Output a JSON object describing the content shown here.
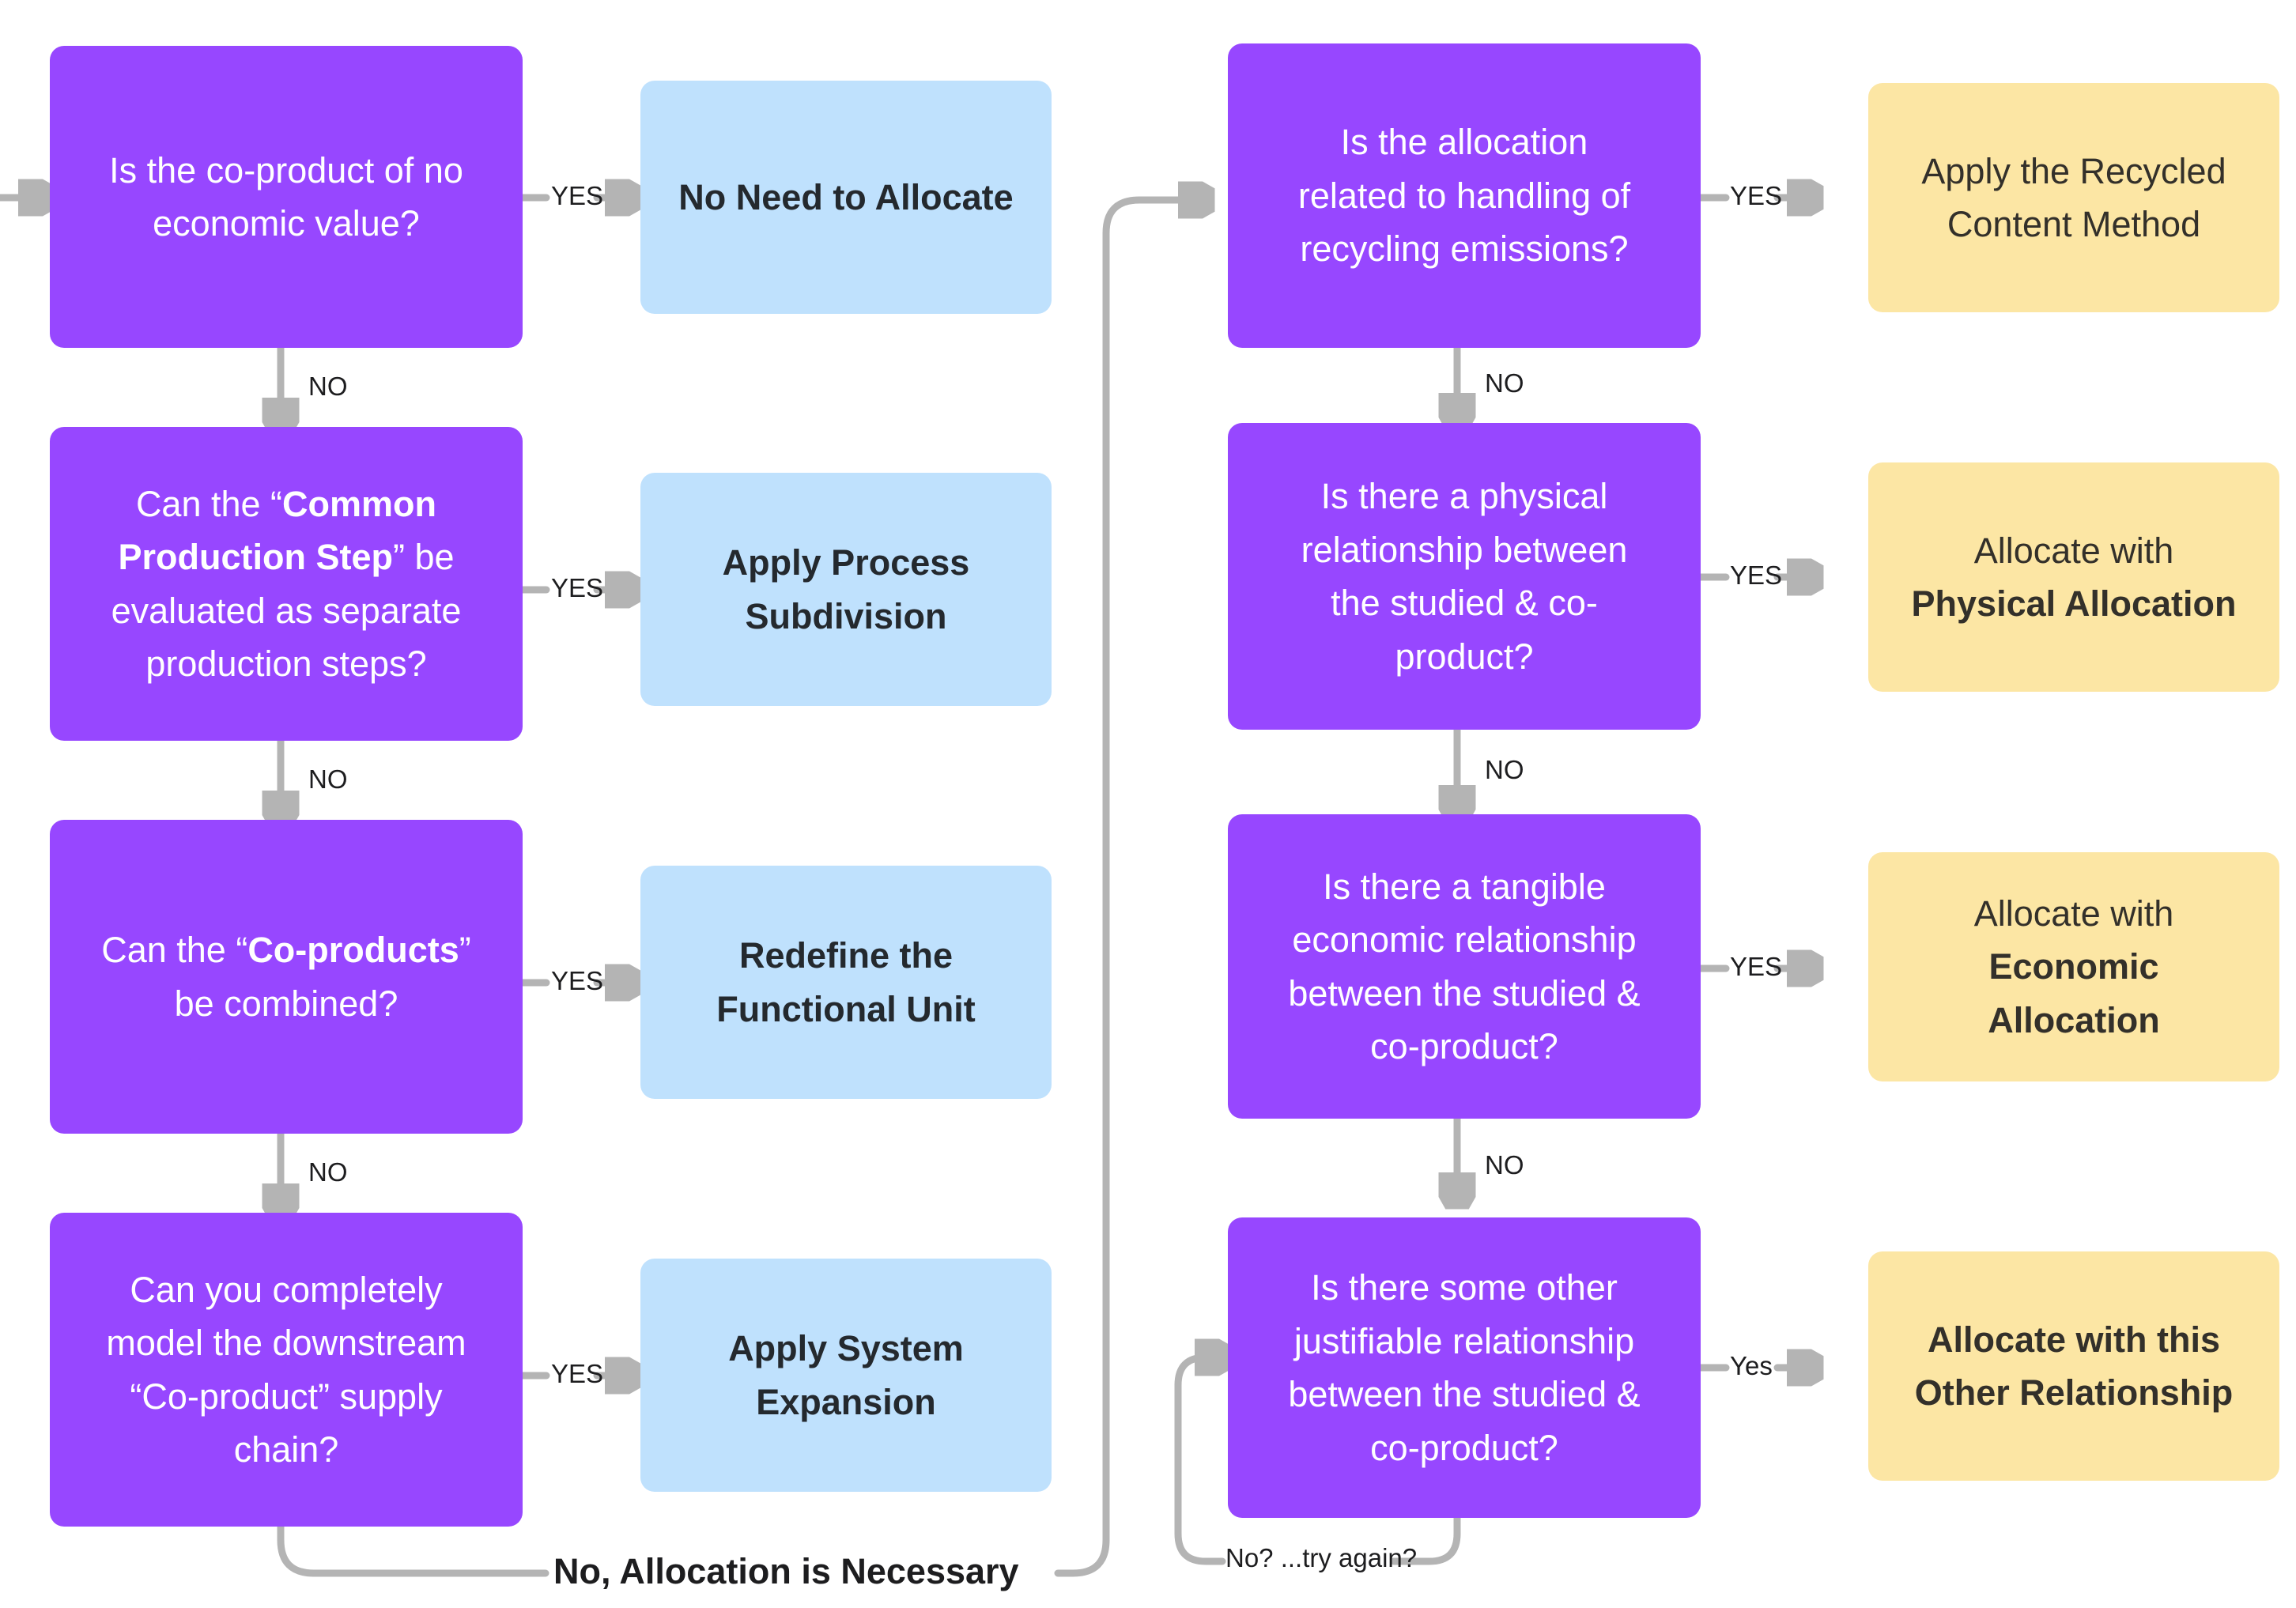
{
  "diagram": {
    "title": "Co-product allocation decision flowchart",
    "colors": {
      "question": "#9747FF",
      "outcome_blue": "#BFE1FD",
      "outcome_yellow": "#FCE6A4",
      "connector": "#b4b4b4",
      "text_dark": "#1d1d1f",
      "text_light": "#ffffff",
      "background": "#ffffff"
    }
  },
  "questions": {
    "q1": {
      "id": "no-economic-value",
      "line1": "Is the co-product of no",
      "line2": "economic value?"
    },
    "q2": {
      "id": "common-production-step",
      "pre": "Can the “",
      "strong1": "Common",
      "strong2": "Production Step",
      "post": "” be",
      "line3": "evaluated as separate",
      "line4": "production steps?"
    },
    "q3": {
      "id": "co-products-combined",
      "pre": "Can the “",
      "strong": "Co-products",
      "post": "”",
      "line2": "be combined?"
    },
    "q4": {
      "id": "model-downstream-supply-chain",
      "line1": "Can you completely",
      "line2": "model the downstream",
      "line3": "“Co-product” supply",
      "line4": "chain?"
    },
    "q5": {
      "id": "recycling-emissions",
      "line1": "Is the allocation",
      "line2": "related to handling of",
      "line3": "recycling emissions?"
    },
    "q6": {
      "id": "physical-relationship",
      "line1": "Is there a physical",
      "line2": "relationship between",
      "line3": "the studied & co-",
      "line4": "product?"
    },
    "q7": {
      "id": "tangible-economic-relationship",
      "line1": "Is there a tangible",
      "line2": "economic relationship",
      "line3": "between the studied &",
      "line4": "co-product?"
    },
    "q8": {
      "id": "other-justifiable-relationship",
      "line1": "Is there some other",
      "line2": "justifiable relationship",
      "line3": "between the studied &",
      "line4": "co-product?"
    }
  },
  "outcomes": {
    "o1": {
      "id": "no-need-to-allocate",
      "color": "blue",
      "line1": "No Need to Allocate"
    },
    "o2": {
      "id": "apply-process-subdivision",
      "color": "blue",
      "line1": "Apply Process",
      "line2": "Subdivision"
    },
    "o3": {
      "id": "redefine-the-functional-unit",
      "color": "blue",
      "line1": "Redefine the",
      "line2": "Functional Unit"
    },
    "o4": {
      "id": "apply-system-expansion",
      "color": "blue",
      "line1": "Apply System",
      "line2": "Expansion"
    },
    "o5": {
      "id": "apply-recycled-content-method",
      "color": "yellow",
      "line1": "Apply the Recycled",
      "line2": "Content Method"
    },
    "o6": {
      "id": "allocate-with-physical-allocation",
      "color": "yellow",
      "normal": "Allocate with",
      "strong": "Physical Allocation"
    },
    "o7": {
      "id": "allocate-with-economic-allocation",
      "color": "yellow",
      "normal": "Allocate with",
      "strong1": "Economic",
      "strong2": "Allocation"
    },
    "o8": {
      "id": "allocate-with-other-relationship",
      "color": "yellow",
      "strong1": "Allocate with this",
      "strong2": "Other Relationship"
    }
  },
  "edges": {
    "yes1": "YES",
    "yes2": "YES",
    "yes3": "YES",
    "yes4": "YES",
    "yes5": "YES",
    "yes6": "YES",
    "yes7": "YES",
    "yes8": "Yes",
    "no1": "NO",
    "no2": "NO",
    "no3": "NO",
    "no5": "NO",
    "no6": "NO",
    "no7": "NO",
    "allocation_necessary": "No, Allocation is Necessary",
    "try_again": "No? ...try again?"
  }
}
